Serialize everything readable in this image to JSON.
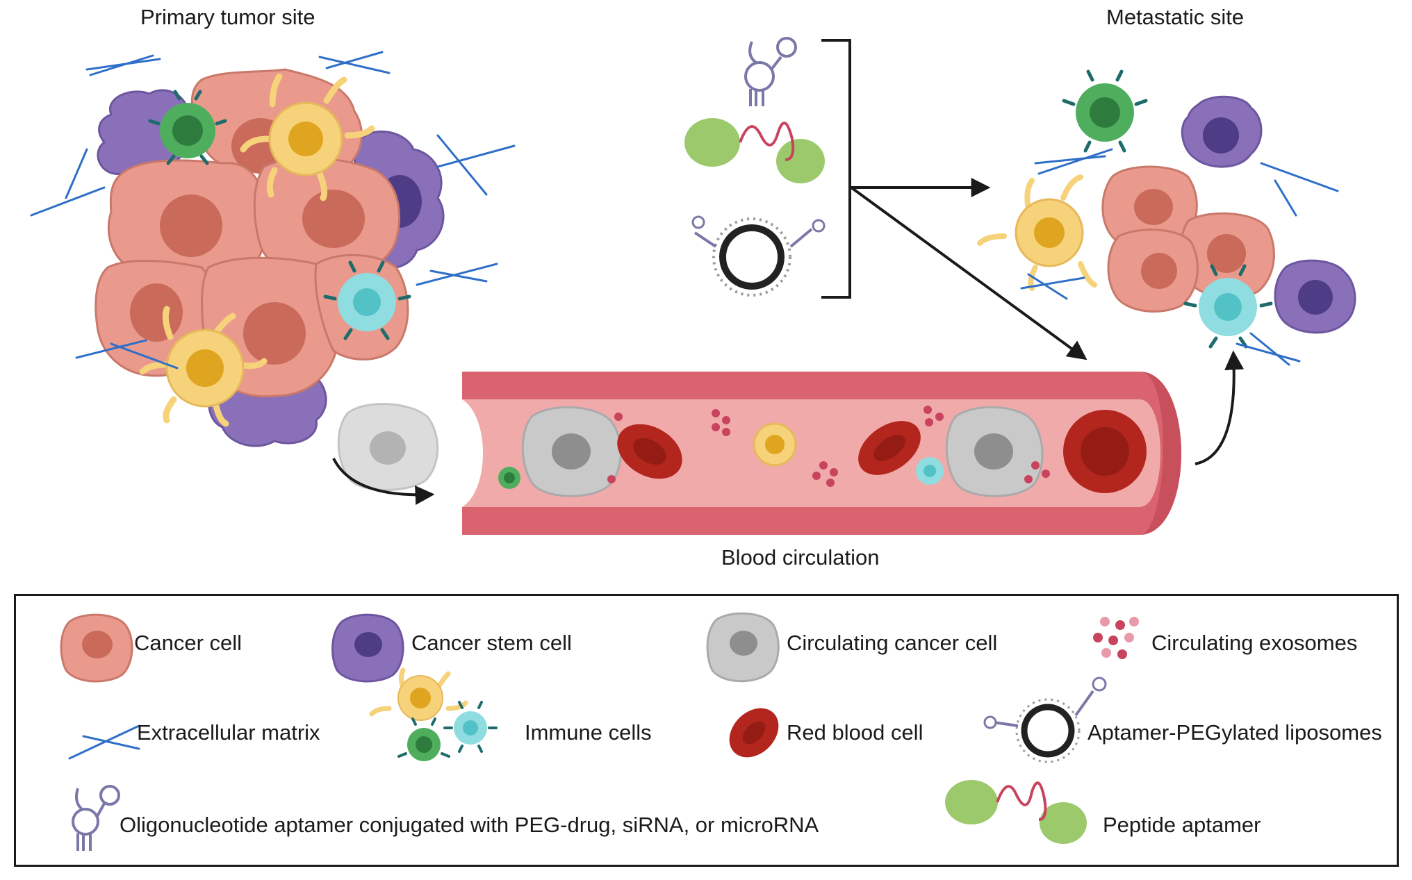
{
  "titles": {
    "primary": "Primary tumor site",
    "metastatic": "Metastatic site",
    "circulation": "Blood circulation"
  },
  "legend": {
    "cancer_cell": "Cancer cell",
    "cancer_stem_cell": "Cancer stem cell",
    "circulating_cancer_cell": "Circulating cancer cell",
    "circulating_exosomes": "Circulating exosomes",
    "extracellular_matrix": "Extracellular matrix",
    "immune_cells": "Immune cells",
    "red_blood_cell": "Red blood cell",
    "aptamer_liposomes": "Aptamer-PEGylated liposomes",
    "oligo_aptamer": "Oligonucleotide aptamer conjugated with PEG-drug, siRNA, or microRNA",
    "peptide_aptamer": "Peptide aptamer"
  },
  "colors": {
    "cancer": "#e99a8c",
    "cancer_nucleus": "#c96a5a",
    "stem": "#8a70b8",
    "stem_nucleus": "#4f3c86",
    "circulating": "#c9c9c9",
    "circulating_nucleus": "#8e8e8e",
    "immune_green": "#4fae5e",
    "immune_cyan": "#8fdde0",
    "immune_yellow": "#f6d27a",
    "rbc": "#b3261e",
    "vessel": "#d96470",
    "vessel_inner": "#f1aaaa",
    "ecm": "#2f6fc8",
    "exosome": "#c8435e",
    "peptide": "#9bc96b"
  }
}
